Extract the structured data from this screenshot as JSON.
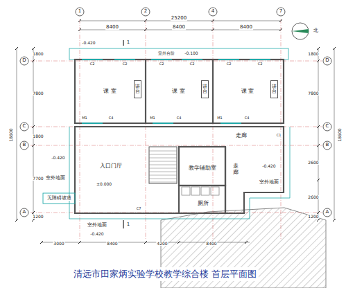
{
  "diagram": {
    "title": "清远市田家炳实验学校教学综合楼 首层平面图",
    "nodes": [
      {
        "text": [
          "课 室"
        ]
      },
      {
        "text": [
          "讲台"
        ],
        "in": 0
      },
      {
        "text": [
          "课 室"
        ]
      },
      {
        "text": [
          "讲台"
        ],
        "in": 2
      },
      {
        "text": [
          "课 室"
        ]
      },
      {
        "text": [
          "讲台"
        ],
        "in": 4
      },
      {
        "text": [
          "入口门厅"
        ]
      },
      {
        "text": [
          "教学辅助室"
        ]
      },
      {
        "text": [
          "走廊"
        ]
      },
      {
        "text": [
          "走廊"
        ]
      },
      {
        "text": [
          "厕所"
        ]
      },
      {
        "text": [
          "无障碍坡道"
        ]
      }
    ],
    "labels": [
      "1",
      "2",
      "4",
      "7",
      "25200",
      "8400",
      "8400",
      "8400",
      "D",
      "C",
      "B",
      "A",
      "D",
      "C",
      "B",
      "A",
      "1800",
      "7800",
      "1800",
      "7700",
      "1200",
      "18600",
      "1800",
      "7800",
      "2600",
      "2600",
      "1200",
      "18600",
      "-0.420",
      "室外台阶",
      "-0.100",
      "-0.420",
      "室外地面",
      "±0.000",
      "-0.420",
      "室外地面",
      "室外地面",
      "-0.420",
      "3000",
      "8400",
      "4200",
      "8400",
      "1",
      "1",
      "北",
      "C2",
      "C2",
      "C2",
      "C2",
      "C2",
      "C2",
      "M1",
      "C4",
      "M1",
      "C4",
      "M1",
      "C4",
      "C7",
      "C1"
    ]
  }
}
